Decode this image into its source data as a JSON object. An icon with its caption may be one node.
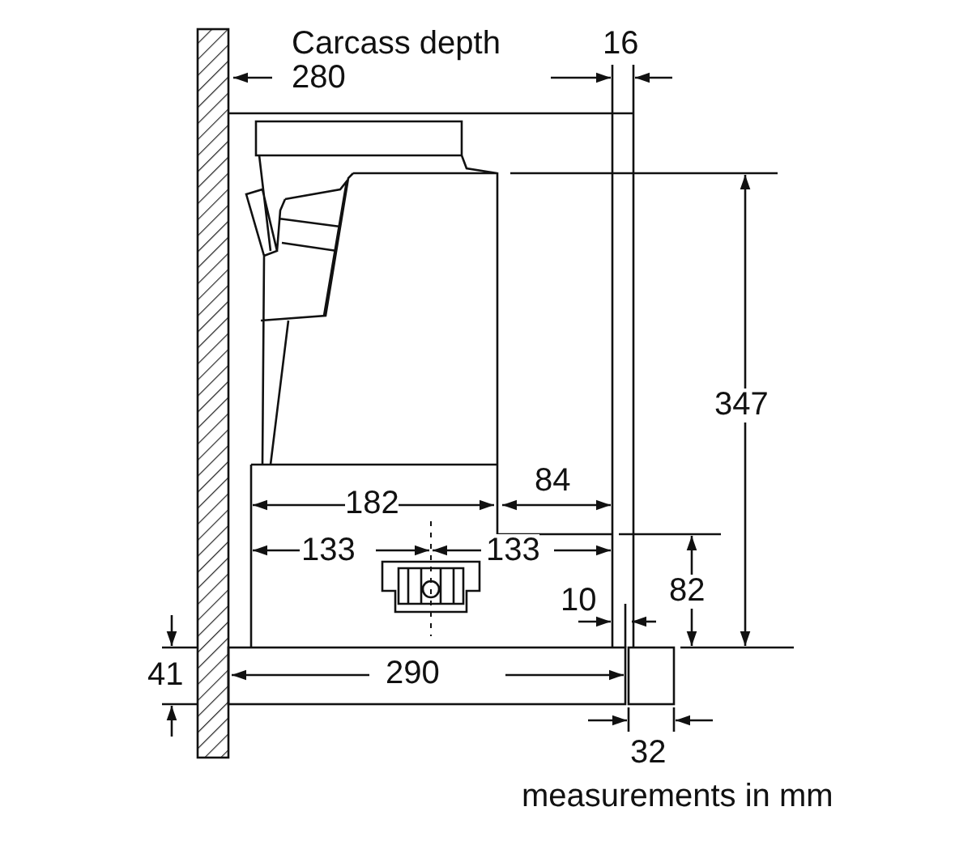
{
  "diagram": {
    "labels": [
      "Carcass depth 280",
      "16",
      "347",
      "182",
      "84",
      "133",
      "133",
      "82",
      "10",
      "41",
      "290",
      "32",
      "measurements in mm"
    ]
  }
}
